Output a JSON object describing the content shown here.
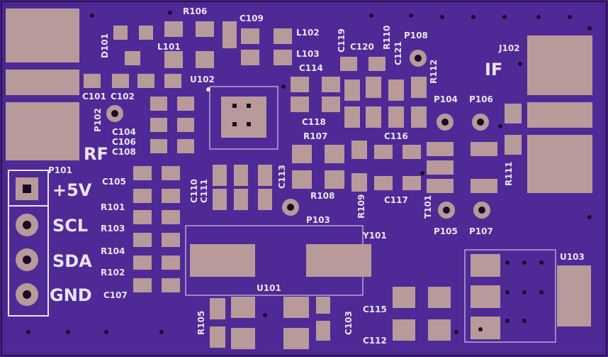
{
  "board": {
    "colors": {
      "substrate": "#4b2790",
      "copper": "#5a30a8",
      "pad": "#b89a9a",
      "silk": "#e8e4f0",
      "via": "#1a0a2a"
    },
    "labels": {
      "rf": "RF",
      "if": "IF",
      "v5": "+5V",
      "scl": "SCL",
      "sda": "SDA",
      "gnd": "GND"
    },
    "refs": {
      "R106": "R106",
      "C109": "C109",
      "L102": "L102",
      "L101": "L101",
      "L103": "L103",
      "D101": "D101",
      "C119": "C119",
      "C120": "C120",
      "R110": "R110",
      "C121": "C121",
      "P108": "P108",
      "J102": "J102",
      "U102": "U102",
      "C114": "C114",
      "R112": "R112",
      "C101": "C101",
      "C102": "C102",
      "P102": "P102",
      "C104": "C104",
      "C106": "C106",
      "C108": "C108",
      "C118": "C118",
      "P104": "P104",
      "P106": "P106",
      "R107": "R107",
      "C116": "C116",
      "P101": "P101",
      "C105": "C105",
      "C110": "C110",
      "C111": "C111",
      "C113": "C113",
      "R108": "R108",
      "R109": "R109",
      "C117": "C117",
      "T101": "T101",
      "R111": "R111",
      "R101": "R101",
      "P103": "P103",
      "R103": "R103",
      "Y101": "Y101",
      "P105": "P105",
      "P107": "P107",
      "R104": "R104",
      "U103": "U103",
      "R102": "R102",
      "U101": "U101",
      "C107": "C107",
      "C115": "C115",
      "R105": "R105",
      "C103": "C103",
      "C112": "C112"
    }
  }
}
